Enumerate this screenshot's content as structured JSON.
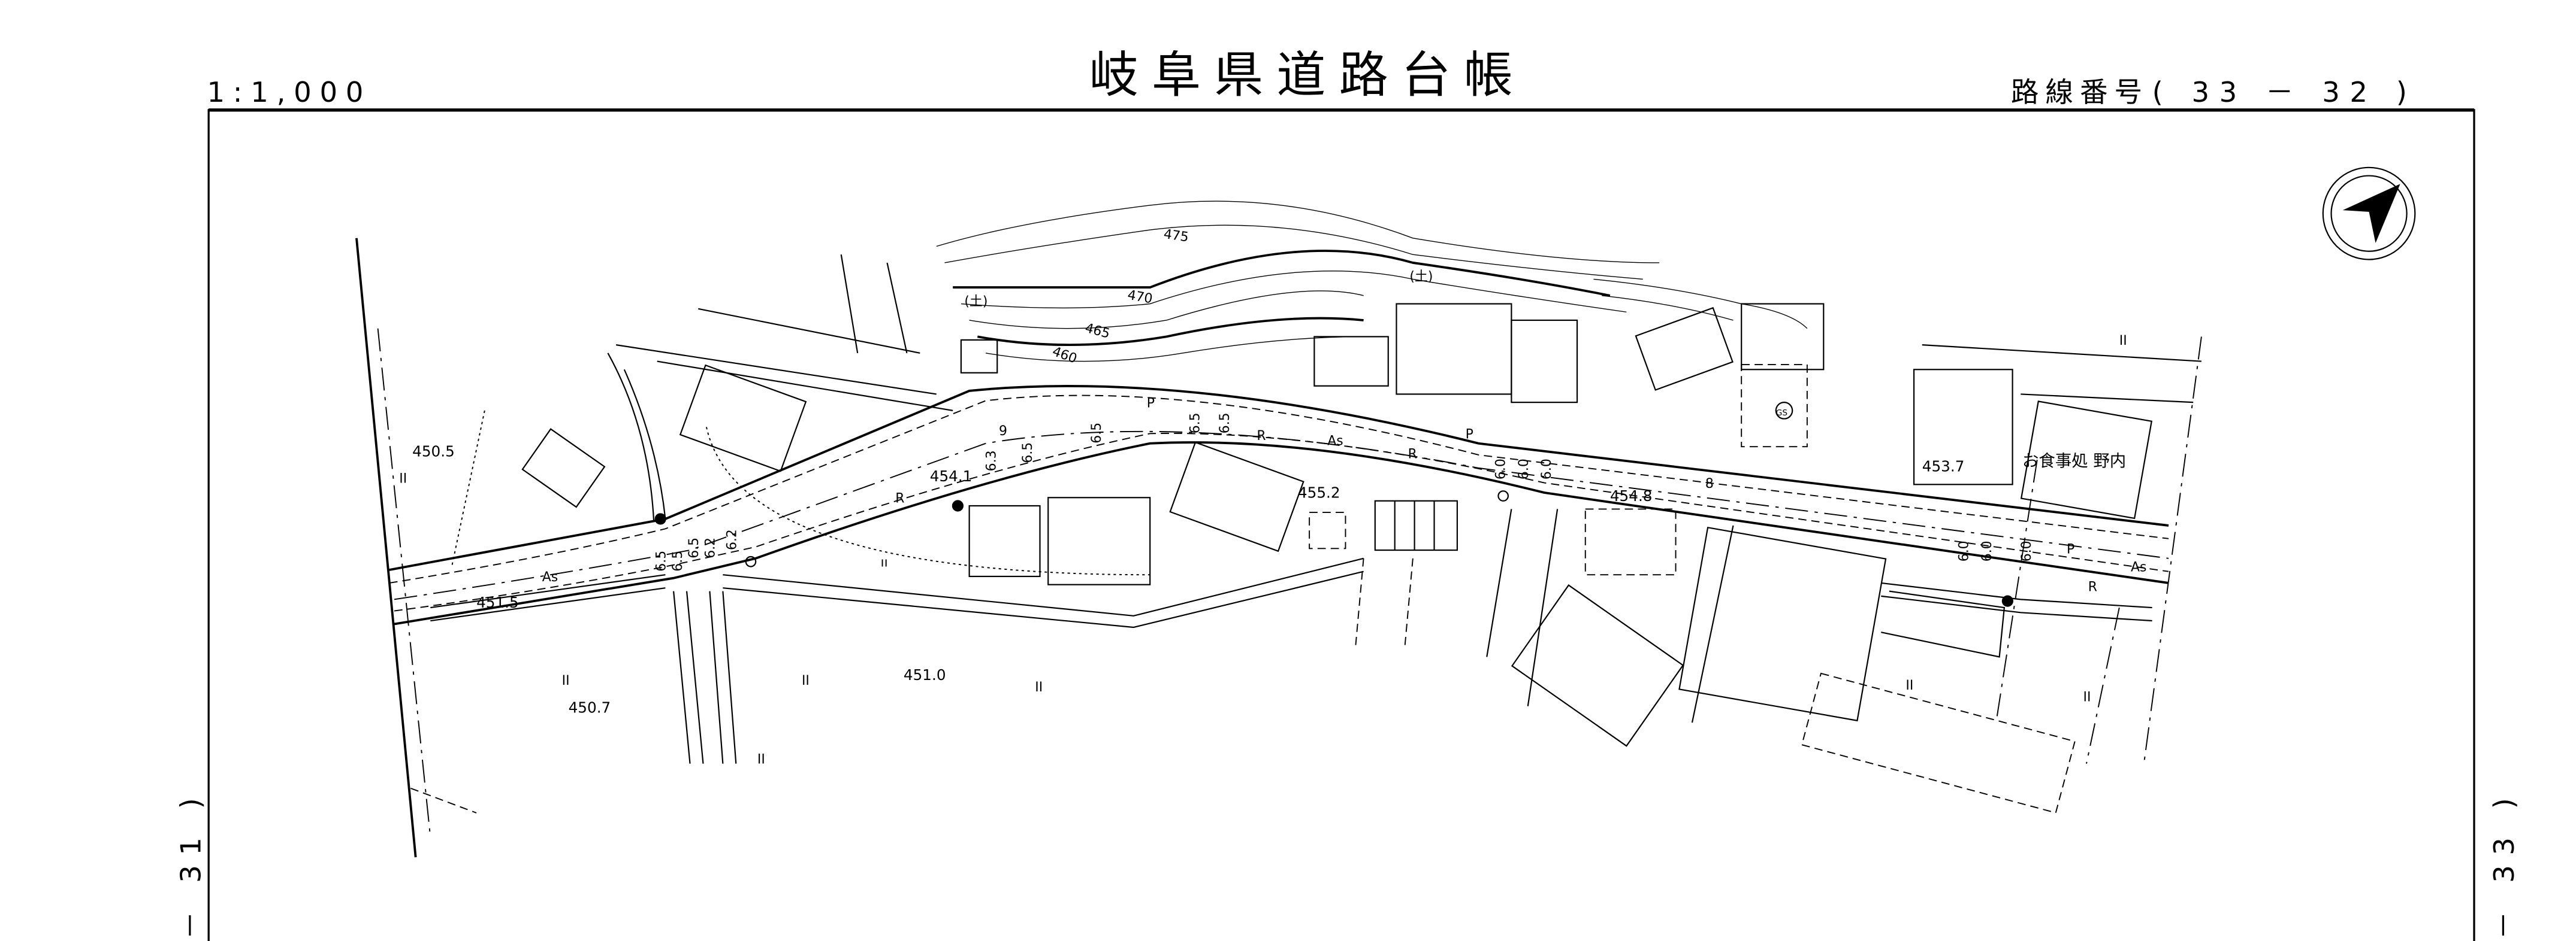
{
  "header": {
    "scale": "1:1,000",
    "title": "岐阜県道路台帳",
    "route_label": "路線番号",
    "route_number": "( 33 － 32 )"
  },
  "sheet_links": {
    "left": "－ 31 )",
    "right": "－ 33 )"
  },
  "map": {
    "contours": [
      "475",
      "470",
      "465",
      "460"
    ],
    "elevations": [
      "450.5",
      "451.5",
      "450.7",
      "451.0",
      "454.1",
      "455.2",
      "454.8",
      "453.7"
    ],
    "road_widths": {
      "west_1": [
        "6.5",
        "6.5"
      ],
      "west_2": [
        "6.5",
        "6.2"
      ],
      "west_3": "6.2",
      "mid_1": [
        "6.3",
        "9",
        "6.5"
      ],
      "mid_2": "6.5",
      "mid_3": [
        "6.5",
        "6.5"
      ],
      "east_1": [
        "6.0",
        "6.0",
        "6.0"
      ],
      "east_2": [
        "6.0",
        "6.0",
        "6.0"
      ],
      "east_marker": "8"
    },
    "surface_labels": {
      "asphalt": "As",
      "pavement": "P",
      "road": "R"
    },
    "symbols": {
      "soil": "(土)",
      "gas_station": "GS",
      "paddy": "II",
      "field": "ıı"
    },
    "place_name": "お食事処 野内",
    "north_arrow": "north-arrow-icon"
  }
}
